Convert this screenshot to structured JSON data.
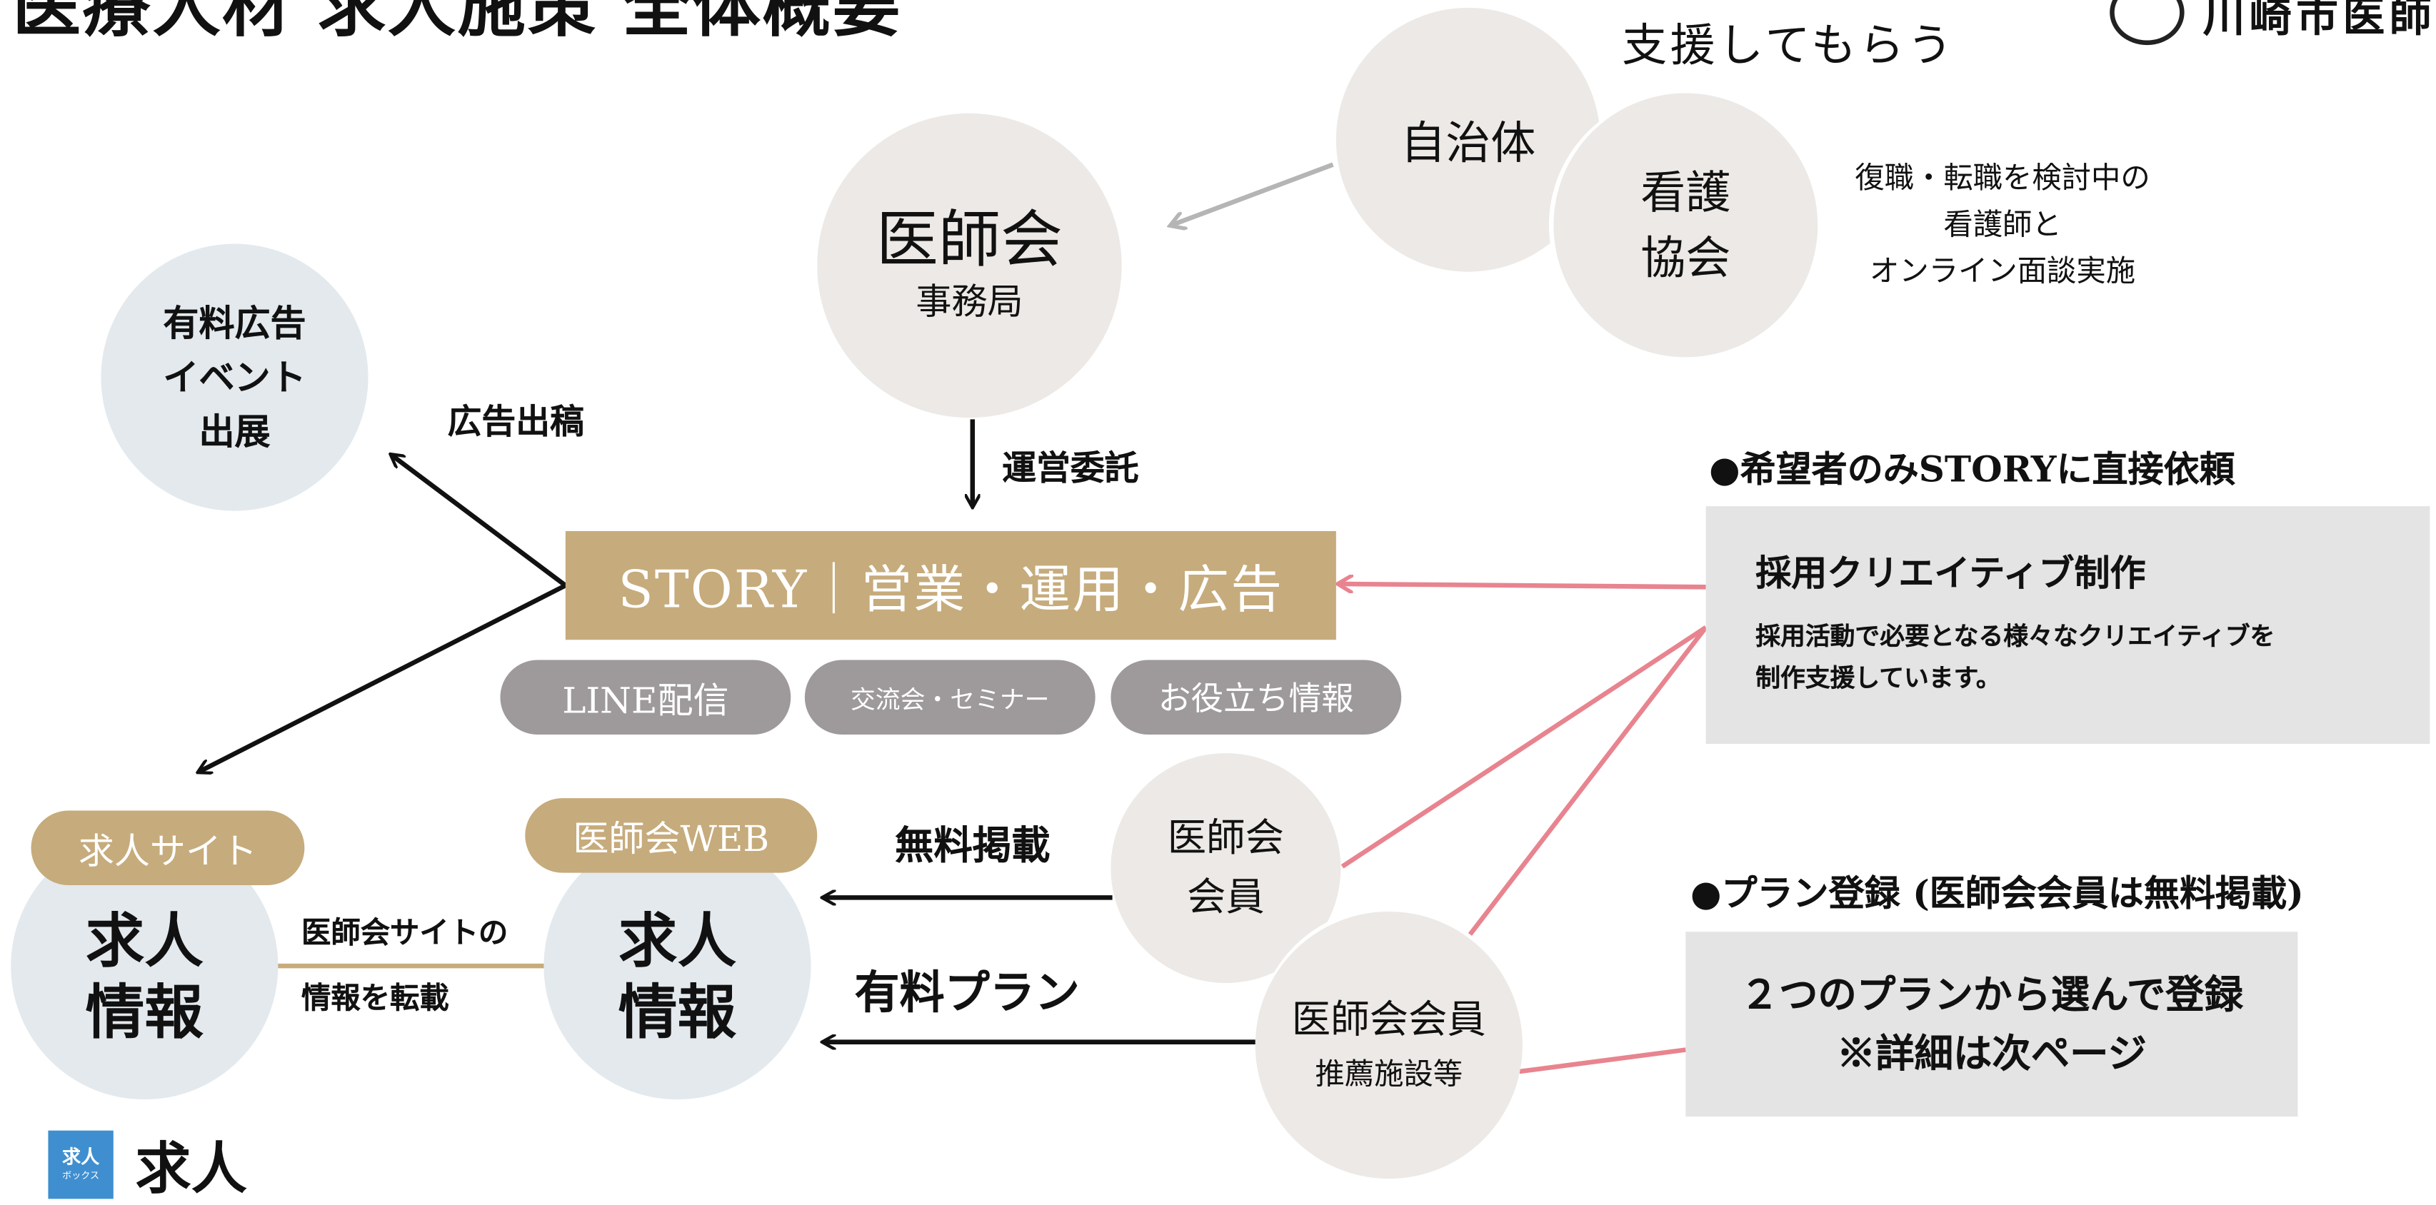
{
  "title": "医療人材 求人施策 全体概要",
  "logo_right": {
    "text": "川崎市医師"
  },
  "support_text": "支援してもらう",
  "jichitai": "自治体",
  "kango": [
    "看護",
    "協会"
  ],
  "kango_note": [
    "復職・転職を検討中の",
    "看護師と",
    "オンライン面談実施"
  ],
  "ishikai_office": {
    "main": "医師会",
    "sub": "事務局"
  },
  "paid_ad": [
    "有料広告",
    "イベント",
    "出展"
  ],
  "ad_placement": "広告出稿",
  "operation": "運営委託",
  "story_bar": "STORY｜営業・運用・広告",
  "pills": [
    "LINE配信",
    "交流会・セミナー",
    "お役立ち情報"
  ],
  "section1": {
    "heading": "●希望者のみSTORYに直接依頼",
    "box_title": "採用クリエイティブ制作",
    "box_body": [
      "採用活動で必要となる様々なクリエイティブを",
      "制作支援しています。"
    ]
  },
  "section2": {
    "heading": "●プラン登録 (医師会会員は無料掲載)",
    "box_lines": [
      "２つのプランから選んで登録",
      "※詳細は次ページ"
    ]
  },
  "job_site": {
    "tag": "求人サイト",
    "main": [
      "求人",
      "情報"
    ]
  },
  "ishikai_web": {
    "tag": "医師会WEB",
    "main": [
      "求人",
      "情報"
    ]
  },
  "transfer": [
    "医師会サイトの",
    "情報を転載"
  ],
  "free_listing": "無料掲載",
  "paid_plan": "有料プラン",
  "member": [
    "医師会",
    "会員"
  ],
  "recommended": {
    "main": "医師会会員",
    "sub": "推薦施設等"
  },
  "logo_bottom": {
    "badge": [
      "求人",
      "ボックス"
    ],
    "text": "求人"
  },
  "colors": {
    "gold": "#c6ab7c",
    "pink": "#e8848f",
    "warm_circle": "#ece9e6",
    "cool_circle": "#e3e9ed",
    "pill_grey": "#9e9a9b",
    "box_grey": "#e4e4e4",
    "logo_blue": "#3f8fd0"
  }
}
